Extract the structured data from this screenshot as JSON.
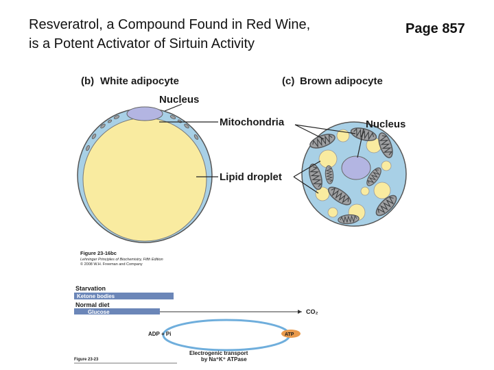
{
  "slide": {
    "title_line1": "Resveratrol, a Compound Found in Red Wine,",
    "title_line2": "is a Potent Activator of Sirtuin Activity",
    "page_ref": "Page 857"
  },
  "figure": {
    "panel_b_letter": "(b)",
    "panel_b_title": "White adipocyte",
    "panel_c_letter": "(c)",
    "panel_c_title": "Brown adipocyte",
    "label_nucleus_b": "Nucleus",
    "label_mitochondria": "Mitochondria",
    "label_nucleus_c": "Nucleus",
    "label_lipid_droplet": "Lipid droplet",
    "caption_number": "Figure 23-16bc",
    "caption_book": "Lehninger Principles of Biochemistry, Fifth Edition",
    "caption_copyright": "© 2008 W.H. Freeman and Company"
  },
  "pathway": {
    "starvation": "Starvation",
    "ketone_bodies": "Ketone bodies",
    "normal_diet": "Normal diet",
    "glucose": "Glucose",
    "co2": "CO₂",
    "adp_pi": "ADP + Pi",
    "atp": "ATP",
    "transport_line1": "Electrogenic transport",
    "transport_line2": "by Na⁺K⁺ ATPase",
    "caption": "Figure 23-23"
  },
  "colors": {
    "cytoplasm": "#a8d0e6",
    "lipid": "#f9eba0",
    "nucleus": "#b3b5e2",
    "mito_outer": "#9fa0a2",
    "mito_inner": "#55575a",
    "box_blue": "#6b86b8",
    "atp_orange": "#e99a4c",
    "cycle_blue": "#6faedc"
  }
}
